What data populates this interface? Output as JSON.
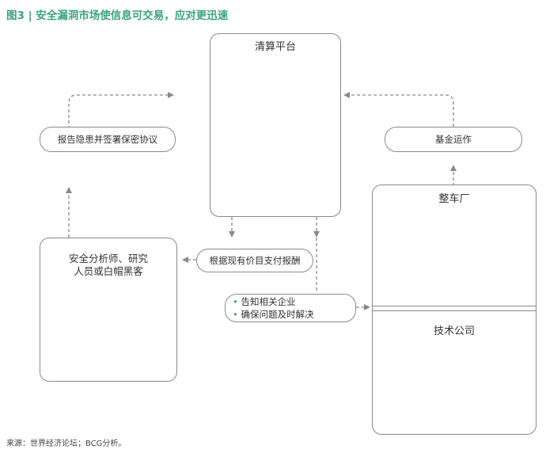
{
  "title": "图3 | 安全漏洞市场使信息可交易，应对更迅速",
  "nodes": {
    "clearing_platform": "清算平台",
    "researchers": [
      "安全分析师、研究",
      "人员或白帽黑客"
    ],
    "automaker": "整车厂",
    "tech_company": "技术公司"
  },
  "flows": {
    "report_and_nda": "报告隐患并签署保密协议",
    "fund_operation": "基金运作",
    "pay_by_value": "根据现有价目支付报酬",
    "notify_bullets": [
      "告知相关企业",
      "确保问题及时解决"
    ]
  },
  "footnote": "来源：世界经济论坛；BCG分析。",
  "colors": {
    "brand_green": "#3aa37c",
    "highlight_yellow": "#d9e84a",
    "border_grey": "#8a8a8a",
    "arrow_grey": "#8a8a8a"
  }
}
